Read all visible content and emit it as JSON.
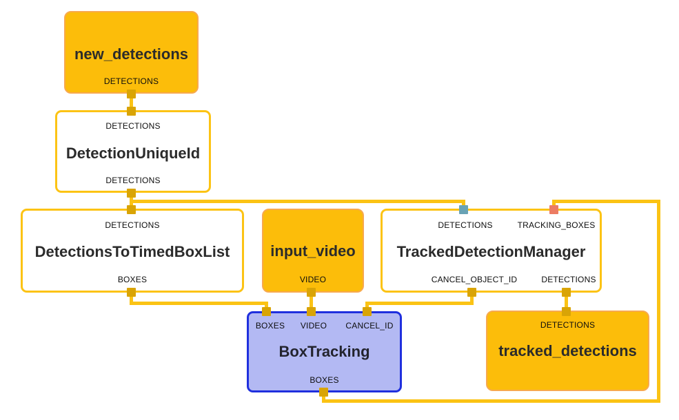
{
  "app": {
    "description": "Node graph canvas of a box-tracking pipeline"
  },
  "colors": {
    "background": "#FFFFFF",
    "edge": "#FBC314",
    "calculator_node_border": "#FCC314",
    "stream_node_fill": "#FCBD0A",
    "stream_node_border": "#F7A94F",
    "port_amber": "#D9A406",
    "port_teal": "#69A3B5",
    "port_salmon": "#EC7C63",
    "selected_node_fill": "#B3B9F3",
    "selected_node_border": "#1F2FDE"
  },
  "nodes": {
    "new_detections": {
      "title": "new_detections",
      "output_label": "DETECTIONS"
    },
    "detection_unique_id": {
      "input_label": "DETECTIONS",
      "title": "DetectionUniqueId",
      "output_label": "DETECTIONS"
    },
    "detections_to_timed_box_list": {
      "input_label": "DETECTIONS",
      "title": "DetectionsToTimedBoxList",
      "output_label": "BOXES"
    },
    "input_video": {
      "title": "input_video",
      "output_label": "VIDEO"
    },
    "tracked_detection_manager": {
      "input_labels": [
        "DETECTIONS",
        "TRACKING_BOXES"
      ],
      "title": "TrackedDetectionManager",
      "output_labels": [
        "CANCEL_OBJECT_ID",
        "DETECTIONS"
      ]
    },
    "box_tracking": {
      "input_labels": [
        "BOXES",
        "VIDEO",
        "CANCEL_ID"
      ],
      "title": "BoxTracking",
      "output_label": "BOXES"
    },
    "tracked_detections": {
      "input_label": "DETECTIONS",
      "title": "tracked_detections"
    }
  }
}
